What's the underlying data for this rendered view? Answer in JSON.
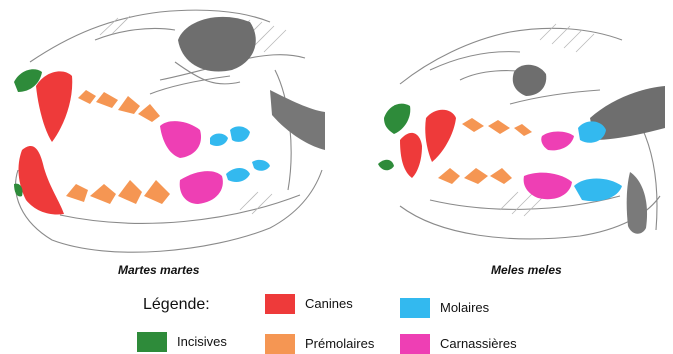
{
  "figure": {
    "left_species": "Martes martes",
    "right_species": "Meles meles"
  },
  "legend": {
    "title": "Légende:",
    "items": [
      {
        "key": "canines",
        "label": "Canines",
        "color": "#ee3a3a"
      },
      {
        "key": "molaires",
        "label": "Molaires",
        "color": "#33b9ef"
      },
      {
        "key": "incisives",
        "label": "Incisives",
        "color": "#2e8b3a"
      },
      {
        "key": "premolaires",
        "label": "Prémolaires",
        "color": "#f59653"
      },
      {
        "key": "carnassieres",
        "label": "Carnassières",
        "color": "#ee3fb4"
      }
    ]
  },
  "colors": {
    "bone_line": "#8a8a8a",
    "dark_fill": "#6e6e6e",
    "hatch": "#b8b8b8"
  }
}
